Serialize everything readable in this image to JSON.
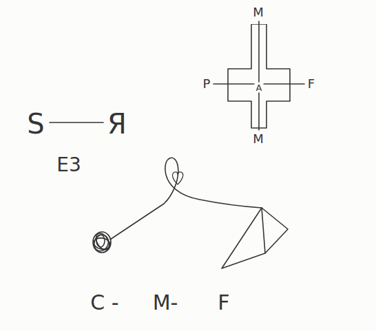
{
  "diagram": {
    "nodes": [
      {
        "text": [
          "A"
        ]
      }
    ],
    "labels": [
      "S",
      "Я",
      "E3",
      "M",
      "P",
      "F",
      "M",
      "C -",
      "M-",
      "F"
    ]
  }
}
